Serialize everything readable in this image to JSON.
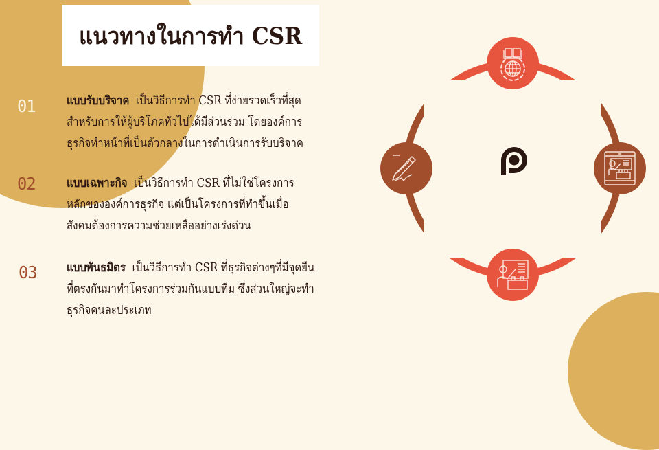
{
  "slide": {
    "title": "แนวทางในการทำ CSR",
    "colors": {
      "background": "#fdf7ea",
      "accent_gold": "#ddb05e",
      "accent_red": "#e8553f",
      "accent_brown": "#a04e2c",
      "text": "#2b1712"
    }
  },
  "items": [
    {
      "number": "01",
      "heading": "แบบรับบริจาค",
      "lines": [
        "เป็นวิธีการทำ CSR ที่ง่ายรวดเร็วที่สุด",
        "สำหรับการให้ผู้บริโภคทั่วไปได้มีส่วนร่วม โดยองค์การ",
        "ธุรกิจทำหน้าที่เป็นตัวกลางในการดำเนินการรับบริจาค"
      ]
    },
    {
      "number": "02",
      "heading": "แบบเฉพาะกิจ",
      "lines": [
        "เป็นวิธีการทำ CSR ที่ไม่ใช่โครงการ",
        "หลักขององค์การธุรกิจ แต่เป็นโครงการที่ทำขึ้นเมื่อ",
        "สังคมต้องการความช่วยเหลืออย่างเร่งด่วน"
      ]
    },
    {
      "number": "03",
      "heading": "แบบพันธมิตร",
      "lines": [
        "เป็นวิธีการทำ CSR ที่ธุรกิจต่างๆที่มีจุดยืน",
        "ที่ตรงกันมาทำโครงการร่วมกันแบบทีม ซึ่งส่วนใหญ่จะทำ",
        "ธุรกิจคนละประเภท"
      ]
    }
  ],
  "diagram": {
    "center_icon": "logo-icon",
    "nodes": [
      {
        "position": "top",
        "icon": "book-globe-icon",
        "color": "#e8553f"
      },
      {
        "position": "right",
        "icon": "tablet-presentation-icon",
        "color": "#a04e2c"
      },
      {
        "position": "bottom",
        "icon": "presentation-board-icon",
        "color": "#e8553f"
      },
      {
        "position": "left",
        "icon": "pencil-icon",
        "color": "#a04e2c"
      }
    ]
  }
}
